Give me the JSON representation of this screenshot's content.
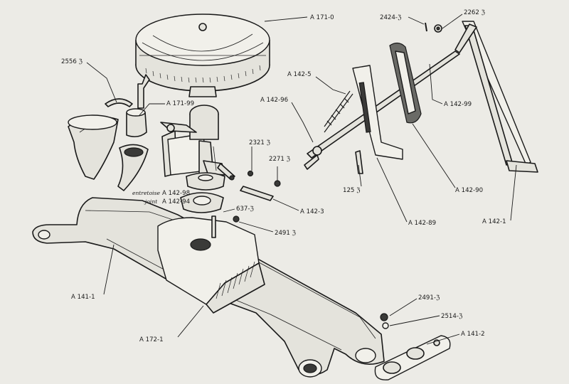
{
  "labels": {
    "A171_0": "A 171-0",
    "p2424": "2424-ℨ",
    "p2262": "2262 ℨ",
    "p2556": "2556 ℨ",
    "A171_99": "A 171-99",
    "A142_5": "A 142-5",
    "A142_96": "A 142-96",
    "A142_99": "A 142-99",
    "p2321": "2321 ℨ",
    "p2271": "2271 ℨ",
    "p125": "125 ℨ",
    "A142_90": "A 142-90",
    "A142_1": "A 142-1",
    "A142_89": "A 142-89",
    "A142_3": "A 142-3",
    "A142_98_prefix": "entretoise",
    "A142_98": "A 142-98",
    "A142_94_prefix": "joint",
    "A142_94": "A 142-94",
    "p637": "637-ℨ",
    "p2491_top": "2491 ℨ",
    "A141_1": "A 141-1",
    "A172_1": "A 172-1",
    "p2491_bottom": "2491-ℨ",
    "p2514": "2514-ℨ",
    "A141_2": "A 141-2"
  }
}
